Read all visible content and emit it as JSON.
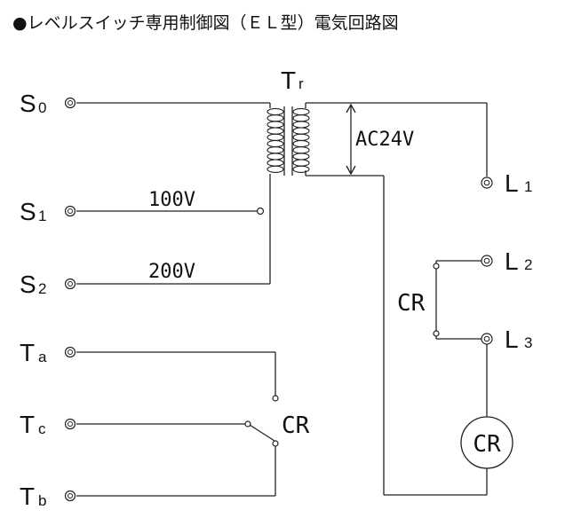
{
  "title": "●レベルスイッチ専用制御図（ＥＬ型）電気回路図",
  "transformer": {
    "label_main": "T",
    "label_sub": "r",
    "secondary_voltage": "AC24V"
  },
  "input_terminals": [
    {
      "main": "S",
      "sub": "0"
    },
    {
      "main": "S",
      "sub": "1"
    },
    {
      "main": "S",
      "sub": "2"
    },
    {
      "main": "T",
      "sub": "a"
    },
    {
      "main": "T",
      "sub": "c"
    },
    {
      "main": "T",
      "sub": "b"
    }
  ],
  "tap_labels": {
    "s1": "100V",
    "s2": "200V"
  },
  "output_terminals": [
    {
      "main": "L",
      "sub": "1"
    },
    {
      "main": "L",
      "sub": "2"
    },
    {
      "main": "L",
      "sub": "3"
    }
  ],
  "relay": {
    "contact_label": "CR",
    "output_contact_label": "CR",
    "coil_label": "CR"
  }
}
